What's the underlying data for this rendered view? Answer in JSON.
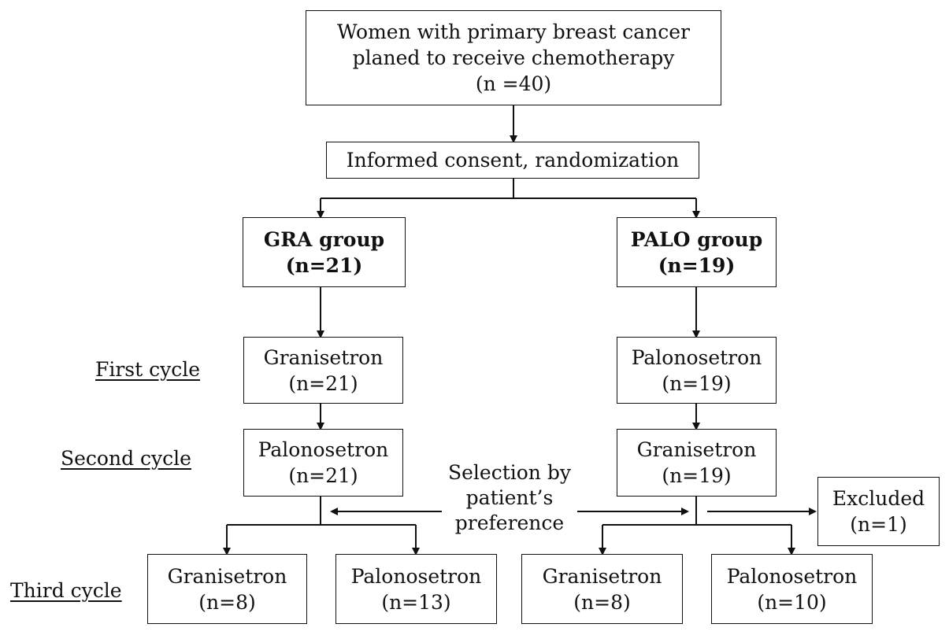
{
  "boxes": {
    "enrolled": {
      "line1": "Women with primary breast cancer",
      "line2": "planed to receive chemotherapy",
      "count": "(n =40)"
    },
    "consent": {
      "label": "Informed consent, randomization"
    },
    "gra_group": {
      "label": "GRA group",
      "count": "(n=21)"
    },
    "palo_group": {
      "label": "PALO group",
      "count": "(n=19)"
    },
    "gra_first": {
      "label": "Granisetron",
      "count": "(n=21)"
    },
    "palo_first": {
      "label": "Palonosetron",
      "count": "(n=19)"
    },
    "gra_second": {
      "label": "Palonosetron",
      "count": "(n=21)"
    },
    "palo_second": {
      "label": "Granisetron",
      "count": "(n=19)"
    },
    "excluded": {
      "label": "Excluded",
      "count": "(n=1)"
    },
    "third_gra_gran": {
      "label": "Granisetron",
      "count": "(n=8)"
    },
    "third_gra_palo": {
      "label": "Palonosetron",
      "count": "(n=13)"
    },
    "third_palo_gran": {
      "label": "Granisetron",
      "count": "(n=8)"
    },
    "third_palo_palo": {
      "label": "Palonosetron",
      "count": "(n=10)"
    }
  },
  "cycles": {
    "first": "First cycle",
    "second": "Second cycle",
    "third": "Third cycle"
  },
  "selection_note": {
    "line1": "Selection by",
    "line2": "patient’s",
    "line3": "preference"
  },
  "colors": {
    "line": "#111111",
    "background": "#ffffff"
  }
}
